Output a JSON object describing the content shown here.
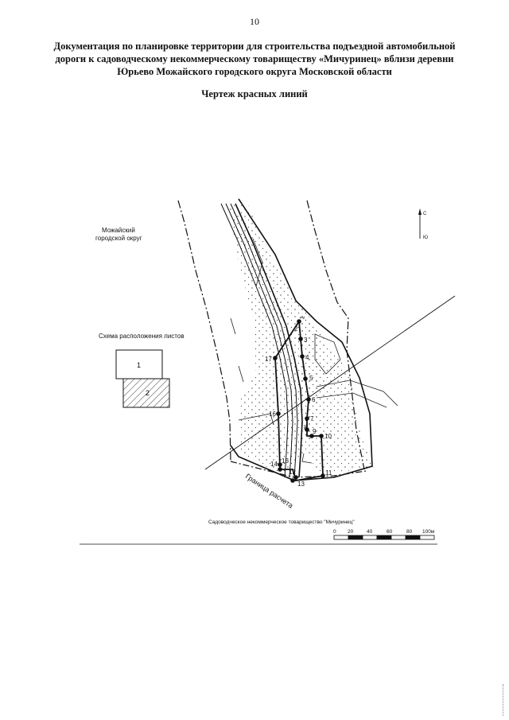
{
  "page_number": "10",
  "title_lines": [
    "Документация по планировке территории для строительства подъездной автомобильной",
    "дороги к садоводческому некоммерческому товариществу «Мичуринец» вблизи деревни",
    "Юрьево Можайского городского округа Московской области"
  ],
  "drawing_title": "Чертеж красных линий",
  "map": {
    "district_label_line1": "Можайский",
    "district_label_line2": "городской округ",
    "sheet_scheme_label": "Схема расположения листов",
    "sheet_1": "1",
    "sheet_2": "2",
    "calc_boundary_label": "Граница расчета",
    "snt_label": "Садоводческое некоммерческое товарищество \"Мичуринец\"",
    "north_label": "С",
    "south_label": "Ю",
    "point_labels": [
      "1",
      "2",
      "3",
      "4",
      "5",
      "6",
      "7",
      "8",
      "9",
      "10",
      "11",
      "12",
      "13",
      "14",
      "15",
      "16",
      "17"
    ],
    "colors": {
      "red_line": "#111111",
      "ink": "#111111",
      "hatch": "#333333"
    }
  },
  "scale_bar": {
    "ticks": [
      "0",
      "20",
      "40",
      "60",
      "80",
      "100м"
    ],
    "segments": [
      0,
      1,
      0,
      1,
      0,
      1,
      0
    ]
  }
}
